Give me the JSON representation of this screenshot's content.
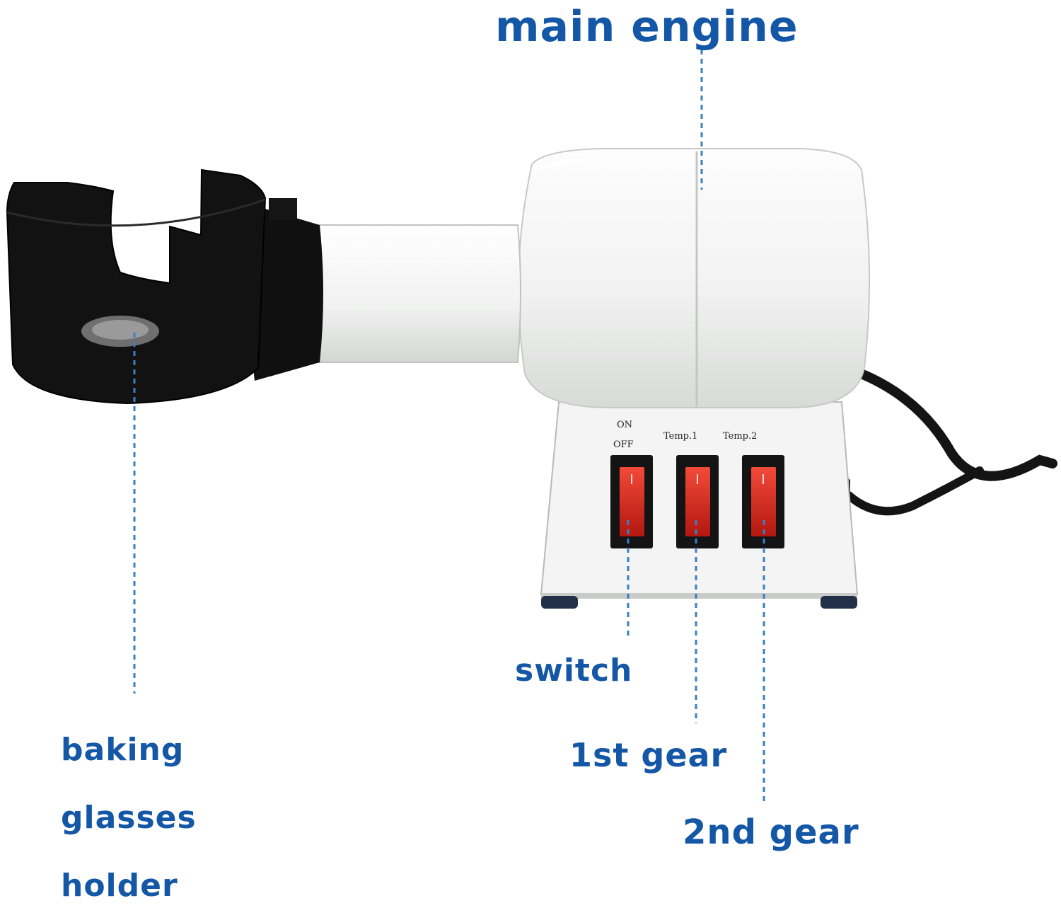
{
  "callouts": {
    "main_engine": "main engine",
    "switch": "switch",
    "gear_1": "1st gear",
    "gear_2": "2nd gear",
    "holder_line1": "baking",
    "holder_line2": "glasses",
    "holder_line3": "holder"
  },
  "control_panel": {
    "on": "ON",
    "off": "OFF",
    "temp1": "Temp.1",
    "temp2": "Temp.2"
  },
  "colors": {
    "label_blue": "#1357a6",
    "leader_blue": "#3a7fc0",
    "housing_white": "#f4f5f4",
    "holder_black": "#111111",
    "switch_red": "#d9221b"
  }
}
